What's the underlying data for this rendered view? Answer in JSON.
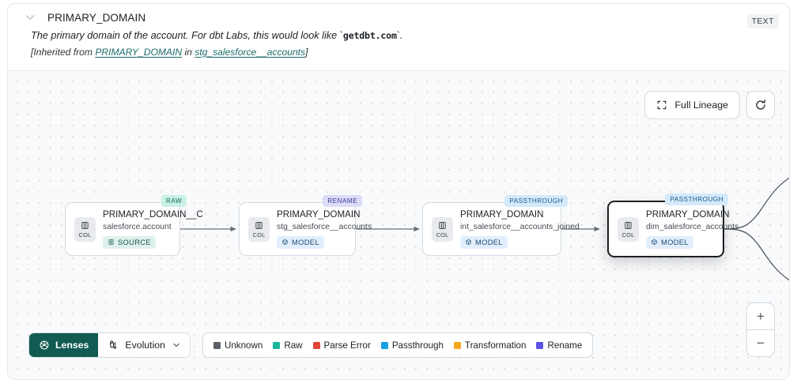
{
  "header": {
    "collapse_icon": "chevron-down-icon",
    "title": "PRIMARY_DOMAIN",
    "type_badge": "TEXT",
    "description_prefix": "The primary domain of the account. For dbt Labs, this would look like `",
    "description_code": "getdbt.com",
    "description_suffix": "`.",
    "inherited_open": "[Inherited from ",
    "inherited_link_column": "PRIMARY_DOMAIN",
    "inherited_mid": " in ",
    "inherited_link_model": "stg_salesforce__accounts",
    "inherited_close": "]"
  },
  "canvas_controls": {
    "full_lineage_label": "Full Lineage",
    "full_lineage_icon": "expand-corners-icon",
    "refresh_icon": "refresh-icon",
    "zoom_in_label": "+",
    "zoom_out_label": "−"
  },
  "lineage": {
    "nodes": [
      {
        "id": "node-1",
        "lens_badge": "RAW",
        "lens_class": "lens-raw",
        "chip_label": "COL",
        "chip_icon": "column-icon",
        "title": "PRIMARY_DOMAIN__C",
        "subtitle": "salesforce.account",
        "type_label": "SOURCE",
        "type_icon": "database-icon",
        "type_class": "source",
        "selected": false
      },
      {
        "id": "node-2",
        "lens_badge": "RENAME",
        "lens_class": "lens-rename",
        "chip_label": "COL",
        "chip_icon": "column-icon",
        "title": "PRIMARY_DOMAIN",
        "subtitle": "stg_salesforce__accounts",
        "type_label": "MODEL",
        "type_icon": "cube-icon",
        "type_class": "model",
        "selected": false
      },
      {
        "id": "node-3",
        "lens_badge": "PASSTHROUGH",
        "lens_class": "lens-passthrough",
        "chip_label": "COL",
        "chip_icon": "column-icon",
        "title": "PRIMARY_DOMAIN",
        "subtitle": "int_salesforce__accounts_joined",
        "type_label": "MODEL",
        "type_icon": "cube-icon",
        "type_class": "model",
        "selected": false
      },
      {
        "id": "node-4",
        "lens_badge": "PASSTHROUGH",
        "lens_class": "lens-passthrough",
        "chip_label": "COL",
        "chip_icon": "column-icon",
        "title": "PRIMARY_DOMAIN",
        "subtitle": "dim_salesforce_accounts",
        "type_label": "MODEL",
        "type_icon": "cube-icon",
        "type_class": "model",
        "selected": true
      }
    ]
  },
  "toolbar": {
    "lenses_label": "Lenses",
    "lenses_icon": "aperture-icon",
    "evolution_label": "Evolution",
    "evolution_icon": "flow-path-icon",
    "evolution_chevron": "chevron-down-icon",
    "legend": [
      {
        "label": "Unknown",
        "color": "#5b6168"
      },
      {
        "label": "Raw",
        "color": "#16b79b"
      },
      {
        "label": "Parse Error",
        "color": "#e4443c"
      },
      {
        "label": "Passthrough",
        "color": "#1a9fe0"
      },
      {
        "label": "Transformation",
        "color": "#f5a623"
      },
      {
        "label": "Rename",
        "color": "#5d52e8"
      }
    ]
  }
}
